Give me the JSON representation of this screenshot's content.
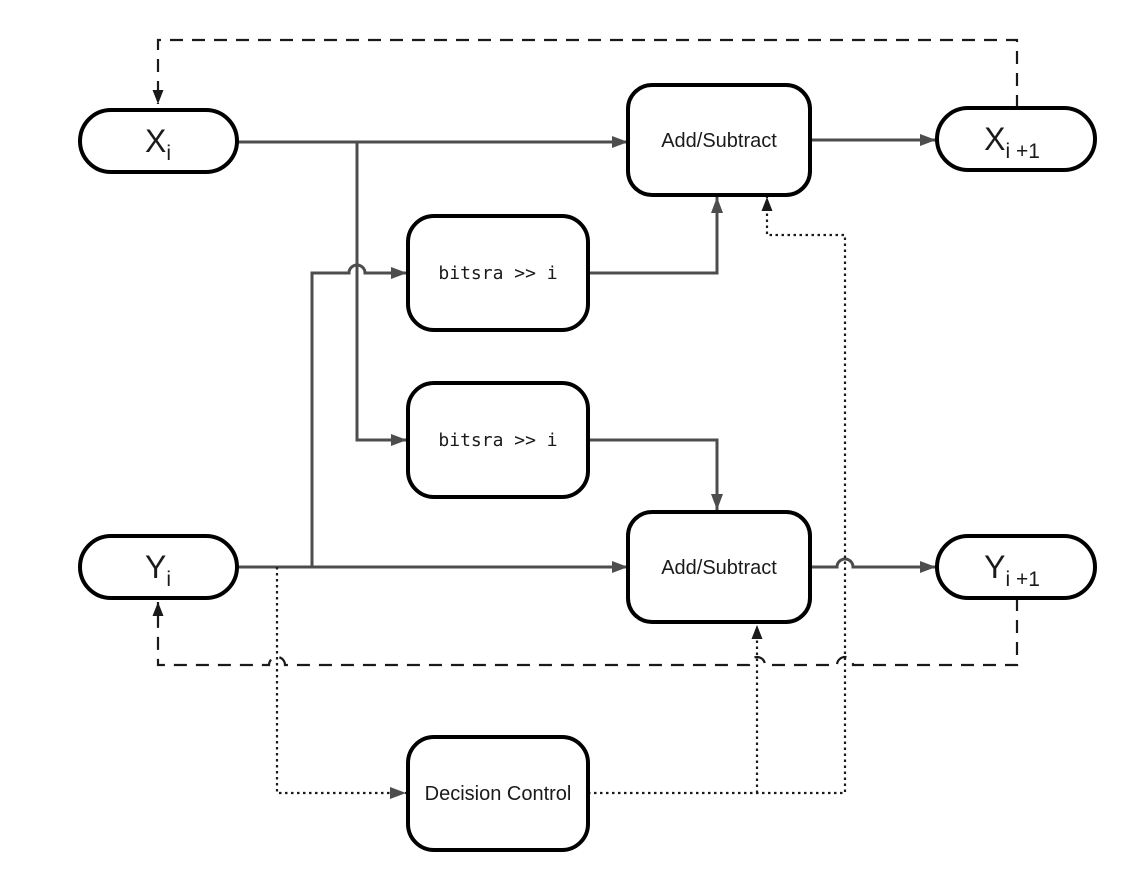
{
  "colors": {
    "background": "#ffffff",
    "block_border": "#000000",
    "block_fill": "#ffffff",
    "solid_line": "#4d4d4d",
    "feedback_line": "#1a1a1a",
    "control_line": "#1a1a1a",
    "text": "#1a1a1a"
  },
  "nodes": {
    "x_i": {
      "main": "X",
      "sub": "i"
    },
    "x_next": {
      "main": "X",
      "sub": "i +1"
    },
    "y_i": {
      "main": "Y",
      "sub": "i"
    },
    "y_next": {
      "main": "Y",
      "sub": "i +1"
    },
    "add_subtract_top": {
      "label": "Add/Subtract"
    },
    "add_subtract_bottom": {
      "label": "Add/Subtract"
    },
    "bitsra_top": {
      "label": "bitsra >> i"
    },
    "bitsra_bottom": {
      "label": "bitsra >> i"
    },
    "decision_control": {
      "label": "Decision Control"
    }
  }
}
